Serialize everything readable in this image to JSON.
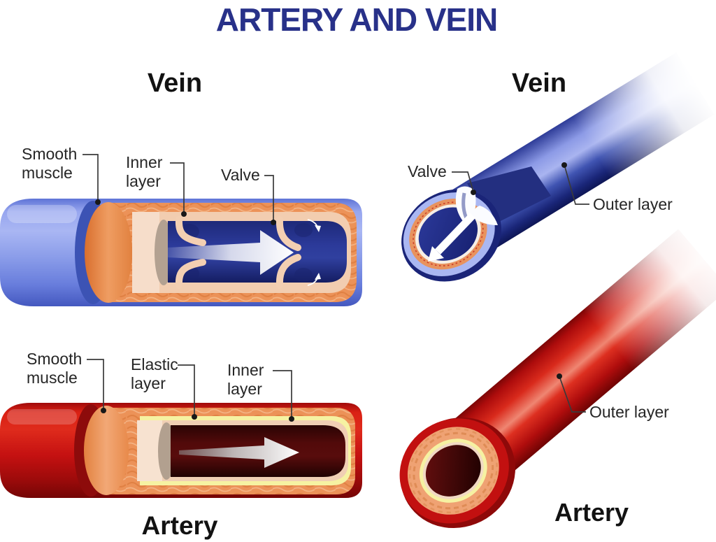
{
  "title": "ARTERY AND VEIN",
  "colors": {
    "title_navy": "#283189",
    "label_ink": "#262626",
    "vein_blue": "#8a9ce9",
    "vein_lumen_navy": "#2c3a9a",
    "artery_red": "#c51111",
    "artery_lumen_maroon": "#3a0606",
    "muscle_orange": "#ec9258",
    "inner_layer_cream": "#f2cdb0",
    "elastic_yellow": "#f6f2a2",
    "flow_arrow": "#ffffff"
  },
  "panels": {
    "vein_longitudinal": {
      "heading": "Vein",
      "labels": {
        "smooth_muscle_1": "Smooth",
        "smooth_muscle_2": "muscle",
        "inner_layer_1": "Inner",
        "inner_layer_2": "layer",
        "valve": "Valve"
      }
    },
    "vein_3d": {
      "heading": "Vein",
      "labels": {
        "valve": "Valve",
        "outer_layer": "Outer layer"
      }
    },
    "artery_longitudinal": {
      "caption": "Artery",
      "labels": {
        "smooth_muscle_1": "Smooth",
        "smooth_muscle_2": "muscle",
        "elastic_layer_1": "Elastic",
        "elastic_layer_2": "layer",
        "inner_layer_1": "Inner",
        "inner_layer_2": "layer"
      }
    },
    "artery_3d": {
      "caption": "Artery",
      "labels": {
        "outer_layer": "Outer layer"
      }
    }
  }
}
